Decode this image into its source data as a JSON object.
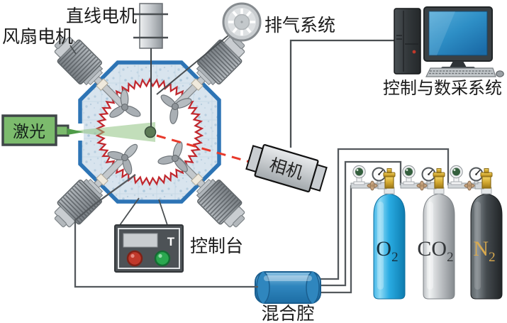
{
  "diagram": {
    "type": "combustion-experiment-setup-schematic",
    "labels": {
      "linear_motor": "直线电机",
      "fan_motor": "风扇电机",
      "exhaust_system": "排气系统",
      "laser": "激光",
      "camera": "相机",
      "control_daq": "控制与数采系统",
      "console": "控制台",
      "mixing_chamber": "混合腔"
    },
    "console": {
      "indicator_label": "T"
    },
    "cylinders": [
      {
        "name": "O2",
        "label_main": "O",
        "label_sub": "2",
        "body_color": "#29ABE2",
        "label_color": "#16313F"
      },
      {
        "name": "CO2",
        "label_main": "CO",
        "label_sub": "2",
        "body_color": "#C6C9CC",
        "label_color": "#35383B"
      },
      {
        "name": "N2",
        "label_main": "N",
        "label_sub": "2",
        "body_color": "#3E4448",
        "label_color": "#D9A94E"
      }
    ],
    "colors": {
      "chamber_border": "#2D74B5",
      "stirrer_ring_red": "#C1272D",
      "laser_green": "#7CBB6D",
      "beam_green": "#8FC381",
      "dashed_sightline_red": "#E8392B",
      "mixing_chamber_blue": "#2F86BE",
      "monitor_screen_blue": "#2E8FC6",
      "console_button_red": "#C0392B",
      "console_button_green": "#2AA84F",
      "wire_gray": "#54595D"
    }
  }
}
